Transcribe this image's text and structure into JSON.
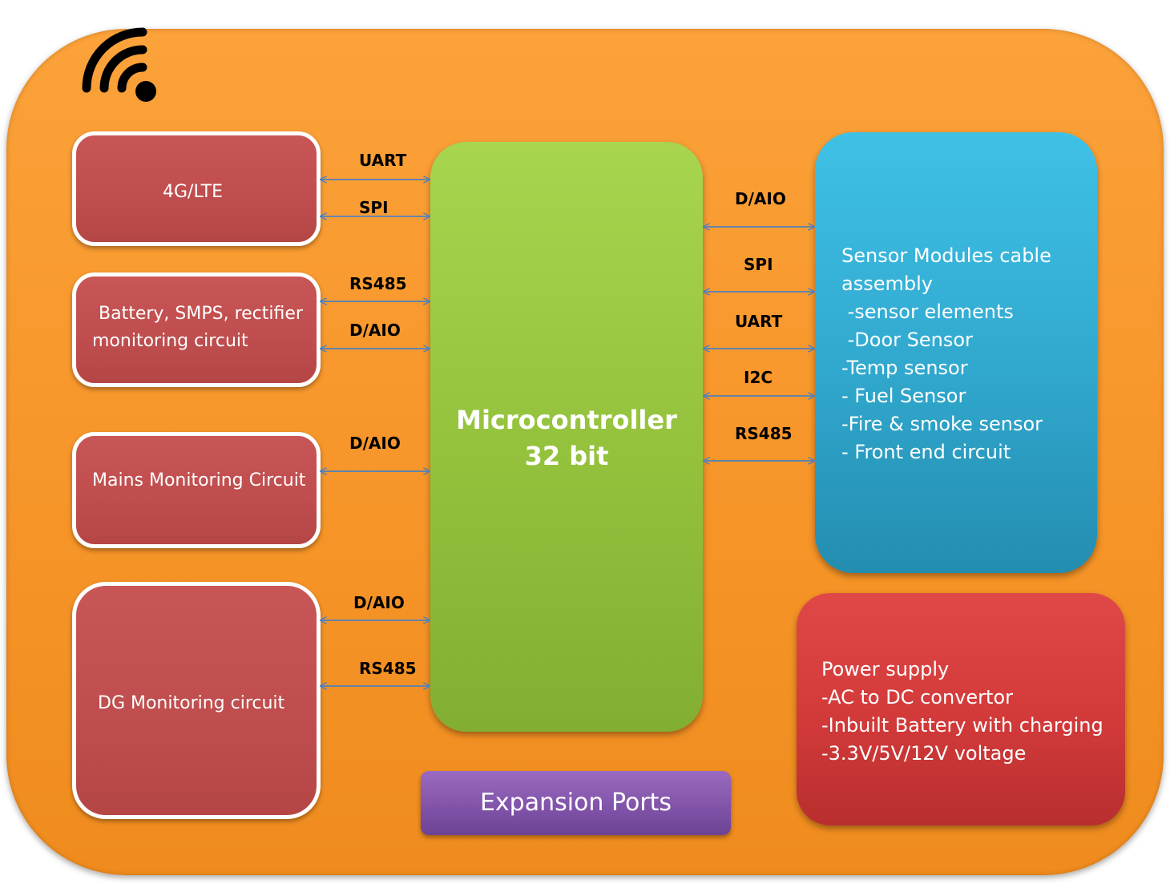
{
  "modules": {
    "lte": "4G/LTE",
    "battery": [
      "Battery, SMPS, rectifier",
      "monitoring circuit"
    ],
    "mains": "Mains Monitoring Circuit",
    "dg": "DG Monitoring circuit"
  },
  "mcu": {
    "line1": "Microcontroller",
    "line2": "32 bit"
  },
  "sensor": {
    "lines": [
      "Sensor Modules cable",
      "assembly",
      " -sensor elements",
      " -Door Sensor",
      "-Temp sensor",
      "- Fuel Sensor",
      "-Fire & smoke sensor",
      "- Front end circuit"
    ]
  },
  "power": {
    "lines": [
      "Power supply",
      "-AC to DC convertor",
      "-Inbuilt Battery with charging",
      "-3.3V/5V/12V voltage"
    ]
  },
  "expansion": "Expansion Ports",
  "buses": {
    "left": [
      "UART",
      "SPI",
      "RS485",
      "D/AIO",
      "D/AIO",
      "D/AIO",
      "RS485"
    ],
    "right": [
      "D/AIO",
      "SPI",
      "UART",
      "I2C",
      "RS485"
    ]
  },
  "colors": {
    "board": "#f7962a",
    "module_red": "#c0504d",
    "mcu_green": "#92c13c",
    "sensor_blue": "#31a9cf",
    "power_red": "#d23a3a",
    "expansion_purple": "#7f52a8",
    "arrow": "#4f81bd"
  },
  "icons": [
    "wireless-signal-icon"
  ]
}
